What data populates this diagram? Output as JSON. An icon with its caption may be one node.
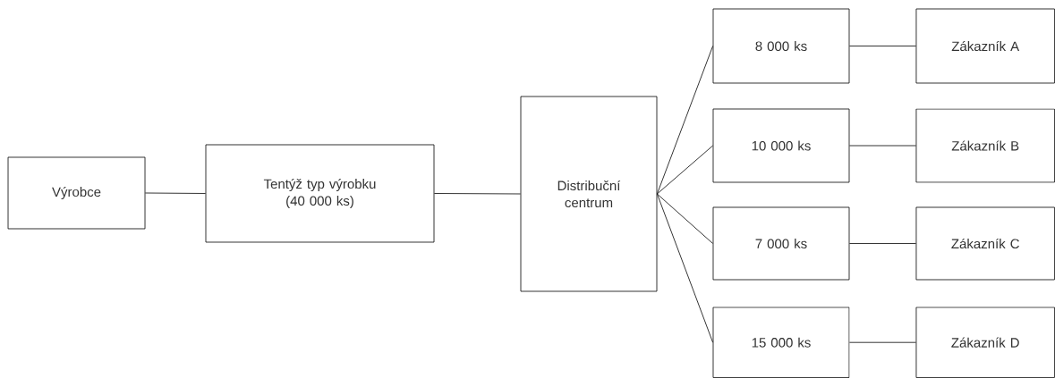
{
  "diagram": {
    "nodes": [
      {
        "text": [
          "Výrobce"
        ]
      },
      {
        "text": [
          "Tentýž typ výrobku (40 000 ks)"
        ]
      },
      {
        "text": [
          "Distribuční centrum"
        ]
      },
      {
        "text": [
          "8 000 ks"
        ]
      },
      {
        "text": [
          "Zákazník A"
        ]
      },
      {
        "text": [
          "10 000 ks"
        ]
      },
      {
        "text": [
          "Zákazník B"
        ]
      },
      {
        "text": [
          "7 000 ks"
        ]
      },
      {
        "text": [
          "Zákazník C"
        ]
      },
      {
        "text": [
          "15 000 ks"
        ]
      },
      {
        "text": [
          "Zákazník D"
        ]
      }
    ],
    "edges": [
      {
        "from": 0,
        "to": 1,
        "arrow": "none"
      },
      {
        "from": 1,
        "to": 2,
        "arrow": "none"
      },
      {
        "from": 2,
        "to": 3,
        "arrow": "none"
      },
      {
        "from": 2,
        "to": 5,
        "arrow": "none"
      },
      {
        "from": 2,
        "to": 7,
        "arrow": "none"
      },
      {
        "from": 2,
        "to": 9,
        "arrow": "none"
      },
      {
        "from": 3,
        "to": 4,
        "arrow": "none"
      },
      {
        "from": 5,
        "to": 6,
        "arrow": "none"
      },
      {
        "from": 7,
        "to": 8,
        "arrow": "none"
      },
      {
        "from": 9,
        "to": 10,
        "arrow": "none"
      }
    ]
  }
}
